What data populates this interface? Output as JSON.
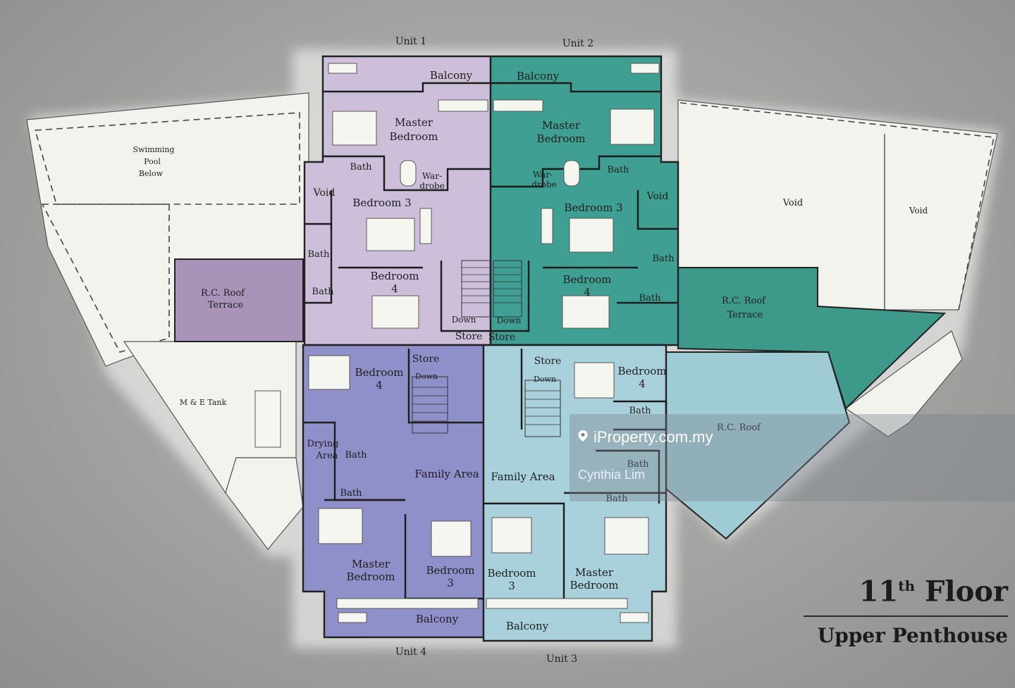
{
  "units": {
    "unit1": "Unit 1",
    "unit2": "Unit 2",
    "unit3": "Unit 3",
    "unit4": "Unit 4"
  },
  "rooms": {
    "balcony": "Balcony",
    "master_bedroom": [
      "Master",
      "Bedroom"
    ],
    "bath": "Bath",
    "wardrobe": [
      "War-",
      "drobe"
    ],
    "wardrobe_alt": [
      "Wardrobe"
    ],
    "void": "Void",
    "bedroom3": "Bedroom 3",
    "bedroom3_split": [
      "Bedroom",
      "3"
    ],
    "bedroom4": [
      "Bedroom",
      "4"
    ],
    "down": "Down",
    "store": "Store",
    "family_area": "Family Area",
    "drying_area": [
      "Drying",
      "Area"
    ],
    "rc_roof_terrace": [
      "R.C. Roof",
      "Terrace"
    ],
    "rc_roof": "R.C. Roof",
    "swimming_pool": [
      "Swimming",
      "Pool",
      "Below"
    ],
    "me_tank": "M & E Tank"
  },
  "title": {
    "floor_number": "11",
    "floor_suffix": "th",
    "floor_word": "Floor",
    "subtitle": "Upper Penthouse"
  },
  "watermark": {
    "site": "iProperty.com.my",
    "agent": "Cynthia Lim"
  },
  "colors": {
    "unit1": "#cdbfd9",
    "unit2": "#3e9f92",
    "unit3": "#a9d1dc",
    "unit4": "#8f8fca",
    "terrace_left": "#a993b8",
    "terrace_right": "#3d9a8b",
    "terrace_lower": "#9ecbd4",
    "white_area": "#f5f5f0",
    "background": "#a3a3a1"
  },
  "icons": [
    "location-pin-icon"
  ]
}
